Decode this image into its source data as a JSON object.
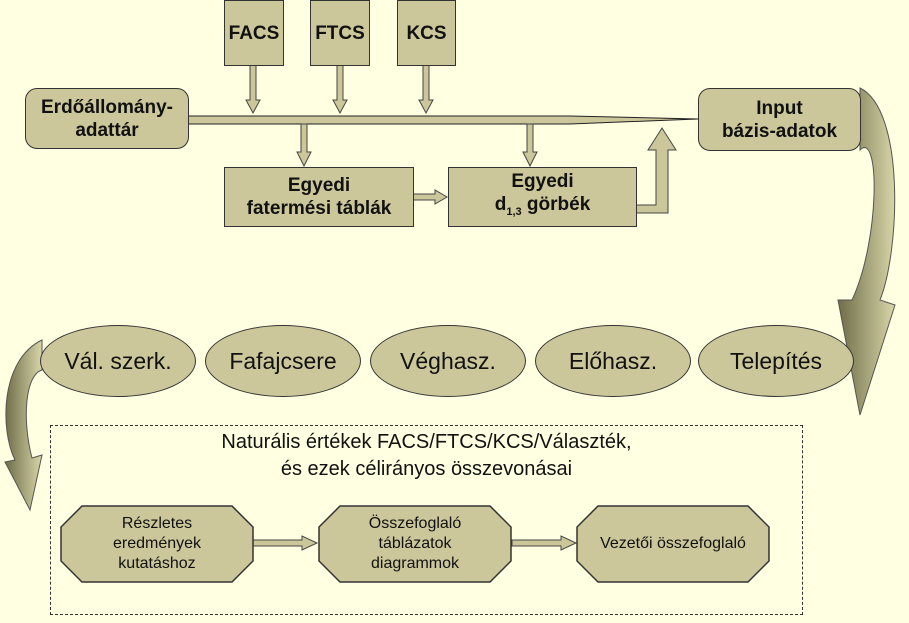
{
  "top_sources": [
    "FACS",
    "FTCS",
    "KCS"
  ],
  "source_box": {
    "line1": "Erdőállomány-",
    "line2": "adattár"
  },
  "input_box": {
    "line1": "Input",
    "line2": "bázis-adatok"
  },
  "tables_box": {
    "line1": "Egyedi",
    "line2": "fatermési táblák"
  },
  "curves_box": {
    "line1": "Egyedi",
    "line2_prefix": "d",
    "line2_sub": "1,3",
    "line2_suffix": " görbék"
  },
  "stages": [
    "Vál. szerk.",
    "Fafajcsere",
    "Véghasz.",
    "Előhasz.",
    "Telepítés"
  ],
  "results": {
    "title_line1": "Naturális értékek FACS/FTCS/KCS/Választék,",
    "title_line2": "és ezek célirányos összevonásai",
    "outputs": [
      {
        "l1": "Részletes",
        "l2": "eredmények",
        "l3": "kutatáshoz"
      },
      {
        "l1": "Összefoglaló",
        "l2": "táblázatok",
        "l3": "diagrammok"
      },
      {
        "l1": "Vezetői összefoglaló",
        "l2": "",
        "l3": ""
      }
    ]
  },
  "colors": {
    "background": "#FFFFE1",
    "fill": "#CBC79A",
    "curve": "#A09F70"
  }
}
